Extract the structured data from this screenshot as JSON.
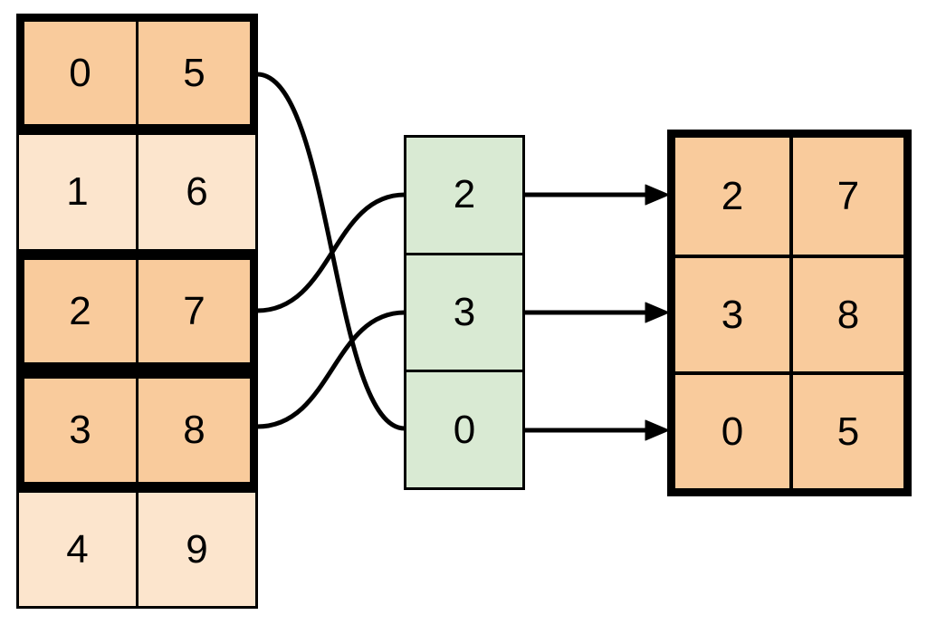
{
  "colors": {
    "highlight_fill": "#F9CB9C",
    "muted_fill": "#FCE5CD",
    "index_fill": "#D9EAD3",
    "stroke": "#000000",
    "background": "#FFFFFF"
  },
  "source_table": {
    "rows": [
      {
        "col0": "0",
        "col1": "5",
        "highlighted": true
      },
      {
        "col0": "1",
        "col1": "6",
        "highlighted": false
      },
      {
        "col0": "2",
        "col1": "7",
        "highlighted": true
      },
      {
        "col0": "3",
        "col1": "8",
        "highlighted": true
      },
      {
        "col0": "4",
        "col1": "9",
        "highlighted": false
      }
    ]
  },
  "index_column": {
    "cells": [
      "2",
      "3",
      "0"
    ]
  },
  "result_table": {
    "rows": [
      {
        "col0": "2",
        "col1": "7"
      },
      {
        "col0": "3",
        "col1": "8"
      },
      {
        "col0": "0",
        "col1": "5"
      }
    ]
  },
  "connections": {
    "curves": [
      {
        "from": "source-row-0",
        "to": "index-cell-value-0"
      },
      {
        "from": "source-row-2",
        "to": "index-cell-value-2"
      },
      {
        "from": "source-row-3",
        "to": "index-cell-value-3"
      }
    ],
    "arrows": [
      {
        "from": "index-cell-0",
        "to": "result-row-0"
      },
      {
        "from": "index-cell-1",
        "to": "result-row-1"
      },
      {
        "from": "index-cell-2",
        "to": "result-row-2"
      }
    ]
  }
}
